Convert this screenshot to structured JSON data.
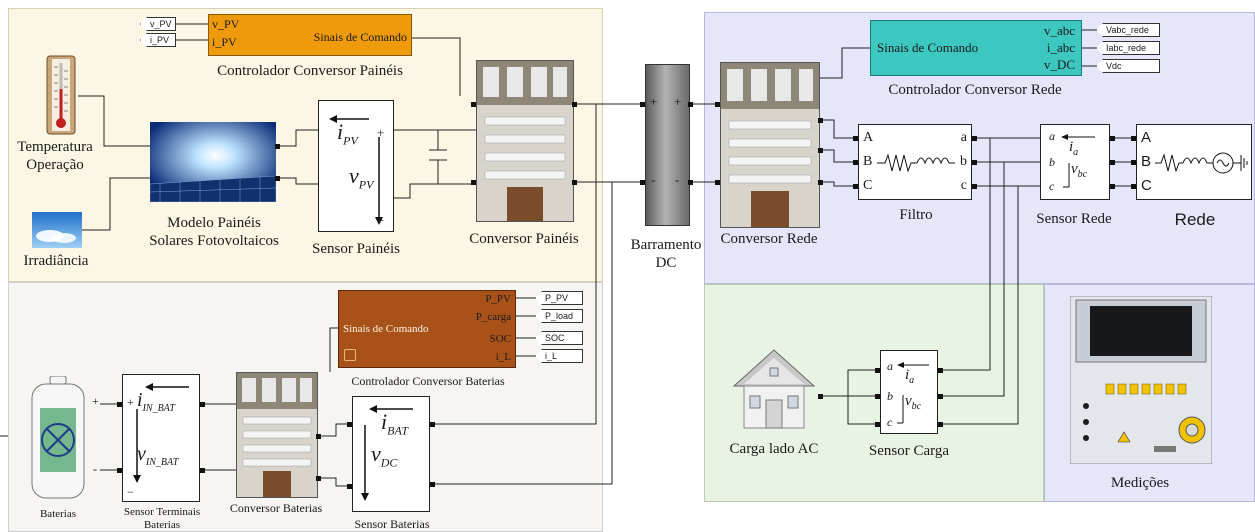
{
  "colors": {
    "pv_region": "#fbf7e4",
    "grid_region": "#e6e6fb",
    "battery_region": "#f7f5f2",
    "load_region": "#e9f3e3",
    "meas_region": "#e6e6fb",
    "pv_controller": "#ee9a0b",
    "grid_controller": "#3cc7c0",
    "battery_controller": "#a8521a",
    "dc_bus": "#8a8a8a"
  },
  "pv_controller": {
    "label": "Controlador Conversor Painéis",
    "in1": "v_PV",
    "in2": "i_PV",
    "out": "Sinais de Comando",
    "tag1": "v_PV",
    "tag2": "i_PV"
  },
  "temperature": {
    "label1": "Temperatura",
    "label2": "Operação",
    "icon": "thermometer-icon"
  },
  "irradiance": {
    "label": "Irradiância",
    "icon": "sky-icon"
  },
  "pv_model": {
    "label1": "Modelo Painéis",
    "label2": "Solares Fotovoltaicos",
    "icon": "solar-panel-icon"
  },
  "pv_sensor": {
    "label": "Sensor Painéis",
    "current": "i",
    "current_sub": "PV",
    "voltage": "v",
    "voltage_sub": "PV",
    "plus": "+",
    "minus": "−"
  },
  "pv_converter": {
    "label": "Conversor Painéis"
  },
  "dc_bus": {
    "label1": "Barramento",
    "label2": "DC",
    "plus": "+",
    "minus": "-"
  },
  "grid_converter": {
    "label": "Conversor Rede"
  },
  "grid_controller": {
    "label": "Controlador Conversor Rede",
    "out": "Sinais de Comando",
    "in1": "v_abc",
    "in2": "i_abc",
    "in3": "v_DC",
    "tag1": "Vabc_rede",
    "tag2": "Iabc_rede",
    "tag3": "Vdc"
  },
  "filter": {
    "label": "Filtro",
    "in": [
      "A",
      "B",
      "C"
    ],
    "out": [
      "a",
      "b",
      "c"
    ]
  },
  "grid_sensor": {
    "label": "Sensor Rede",
    "a": "a",
    "b": "b",
    "c": "c",
    "current": "i",
    "current_sub": "a",
    "voltage": "v",
    "voltage_sub": "bc"
  },
  "grid": {
    "label": "Rede",
    "ports": [
      "A",
      "B",
      "C"
    ]
  },
  "battery_controller": {
    "label": "Controlador Conversor Baterias",
    "out": "Sinais de Comando",
    "in": [
      "P_PV",
      "P_carga",
      "SOC",
      "i_L"
    ],
    "tags": [
      "P_PV",
      "P_load",
      "SOC",
      "i_L"
    ]
  },
  "batteries": {
    "label": "Baterias",
    "plus": "+",
    "minus": "-",
    "icon": "battery-icon"
  },
  "battery_term_sensor": {
    "label1": "Sensor Terminais",
    "label2": "Baterias",
    "current": "i",
    "current_sub": "IN_BAT",
    "voltage": "v",
    "voltage_sub": "IN_BAT",
    "plus": "+",
    "minus": "−"
  },
  "battery_converter": {
    "label": "Conversor Baterias"
  },
  "battery_sensor": {
    "label": "Sensor Baterias",
    "current": "i",
    "current_sub": "BAT",
    "voltage": "v",
    "voltage_sub": "DC"
  },
  "load_sensor": {
    "label": "Sensor Carga",
    "a": "a",
    "b": "b",
    "c": "c",
    "current": "i",
    "current_sub": "a",
    "voltage": "v",
    "voltage_sub": "bc"
  },
  "ac_load": {
    "label": "Carga lado AC",
    "icon": "house-icon"
  },
  "measurements": {
    "label": "Medições",
    "icon": "instrument-panel-icon"
  }
}
